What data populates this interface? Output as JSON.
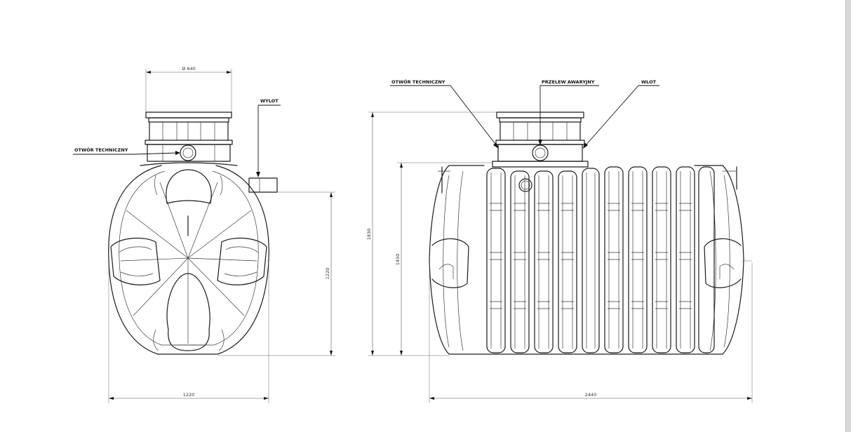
{
  "front_view": {
    "diameter_label": "Ø 640",
    "outlet_label": "WYLOT",
    "tech_opening_label": "OTWÓR TECHNICZNY",
    "height_label": "1220",
    "width_label": "1220"
  },
  "side_view": {
    "tech_opening_label": "OTWÓR TECHNICZNY",
    "overflow_label": "PRZELEW AWARYJNY",
    "inlet_label": "WLOT",
    "total_height_label": "1830",
    "body_height_label": "1450",
    "length_label": "2440"
  },
  "colors": {
    "line": "#1a1a1a",
    "dimension": "#555555",
    "background": "#ffffff"
  }
}
